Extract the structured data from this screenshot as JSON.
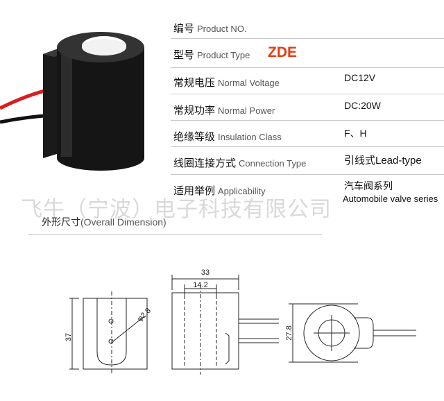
{
  "spec": {
    "product_no": {
      "zh": "编号",
      "en": "Product NO.",
      "value": ""
    },
    "product_type": {
      "zh": "型号",
      "en": "Product Type",
      "value": "ZDE"
    },
    "normal_voltage": {
      "zh": "常规电压",
      "en": "Normal Voltage",
      "value": "DC12V"
    },
    "normal_power": {
      "zh": "常规功率",
      "en": "Normal Power",
      "value": "DC:20W"
    },
    "insulation_class": {
      "zh": "绝缘等级",
      "en": "Insulation Class",
      "value": "F、H"
    },
    "connection_type": {
      "zh": "线圈连接方式",
      "en": "Connection Type",
      "value": "引线式Lead-type"
    },
    "applicability": {
      "zh": "适用举例",
      "en": "Applicability",
      "value_zh": "汽车阀系列",
      "value_en": "Automobile valve series"
    }
  },
  "watermark": "飞牛（宁波）电子科技有限公司",
  "dimension": {
    "zh": "外形尺寸",
    "en": "(Overall Dimension)"
  },
  "drawing": {
    "height_label": "37",
    "hole_label": "φ2.8",
    "width_label": "33",
    "inner_label": "14.2",
    "diameter_label": "27.8"
  }
}
